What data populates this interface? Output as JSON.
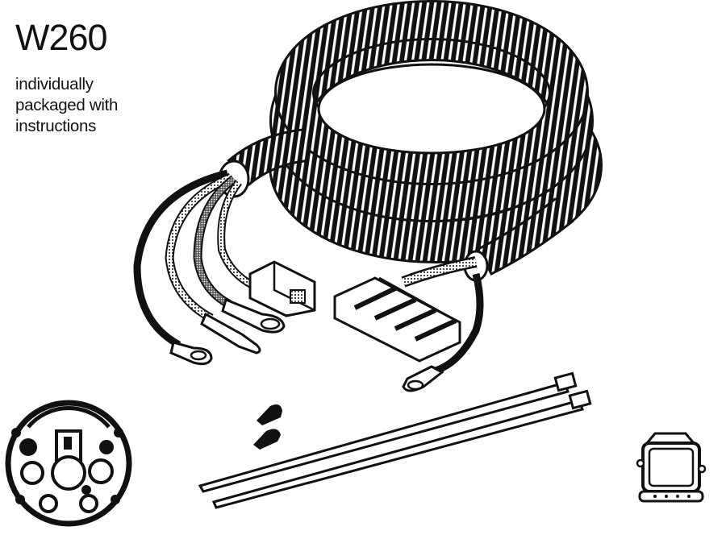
{
  "product": {
    "model": "W260",
    "description_lines": [
      "individually",
      "packaged with",
      "instructions"
    ]
  },
  "illustration": {
    "subject": "wiring harness kit",
    "components": [
      {
        "name": "coiled-harness-with-convoluted-loom"
      },
      {
        "name": "ring-terminal-leads",
        "count": 4
      },
      {
        "name": "two-pin-connector"
      },
      {
        "name": "four-cavity-connector"
      },
      {
        "name": "ground-ring-terminal"
      },
      {
        "name": "push-in-fasteners",
        "count": 2
      },
      {
        "name": "cable-ties",
        "count": 2
      },
      {
        "name": "alternator-rear-view-icon"
      },
      {
        "name": "regulator-icon"
      }
    ],
    "colors": {
      "ink": "#111111",
      "paper": "#ffffff"
    }
  }
}
